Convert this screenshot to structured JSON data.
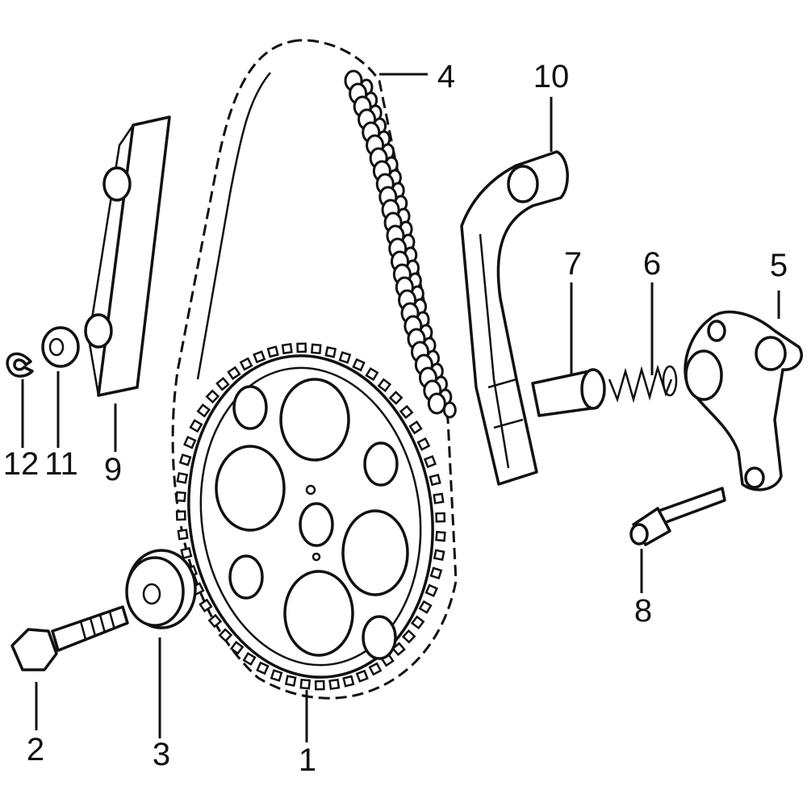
{
  "callouts": [
    {
      "id": "1",
      "label": "1"
    },
    {
      "id": "2",
      "label": "2"
    },
    {
      "id": "3",
      "label": "3"
    },
    {
      "id": "4",
      "label": "4"
    },
    {
      "id": "5",
      "label": "5"
    },
    {
      "id": "6",
      "label": "6"
    },
    {
      "id": "7",
      "label": "7"
    },
    {
      "id": "8",
      "label": "8"
    },
    {
      "id": "9",
      "label": "9"
    },
    {
      "id": "10",
      "label": "10"
    },
    {
      "id": "11",
      "label": "11"
    },
    {
      "id": "12",
      "label": "12"
    }
  ],
  "colors": {
    "line": "#111111",
    "background": "#ffffff",
    "shade": "#cfcfcf"
  }
}
